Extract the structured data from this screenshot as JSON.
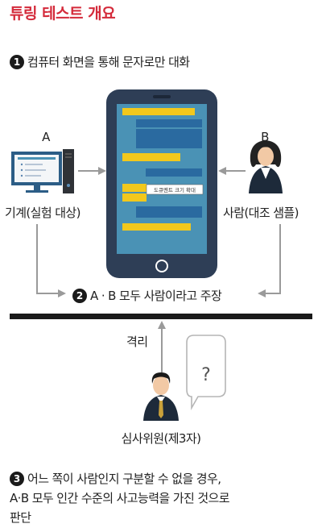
{
  "title": "튜링 테스트 개요",
  "step1": {
    "num": "1",
    "text": "컴퓨터 화면을 통해 문자로만 대화"
  },
  "label_a": "A",
  "label_b": "B",
  "machine_label": "기계(실험 대상)",
  "human_label": "사람(대조 샘플)",
  "step2": {
    "num": "2",
    "text": "A · B 모두 사람이라고 주장"
  },
  "isolation_label": "격리",
  "question_mark": "?",
  "judge_label": "심사위원(제3자)",
  "step3": {
    "num": "3",
    "line1": "어느 쪽이 사람인지 구분할 수 없을 경우,",
    "line2": "A·B 모두 인간 수준의 사고능력을 가진 것으로",
    "line3": "판단"
  },
  "phone_ui": {
    "zoom_button": "도큐멘트 크기 확대"
  },
  "colors": {
    "title": "#d42a3a",
    "phone_body": "#2e3e56",
    "phone_screen": "#4a92b5",
    "bubble_yellow": "#f2c81c",
    "bubble_blue": "#2a6aa0",
    "arrow": "#9a9a9a",
    "divider": "#1a1a1a"
  },
  "icons": [
    "desktop-computer-icon",
    "woman-avatar-icon",
    "man-avatar-icon",
    "speech-bubble-icon"
  ]
}
